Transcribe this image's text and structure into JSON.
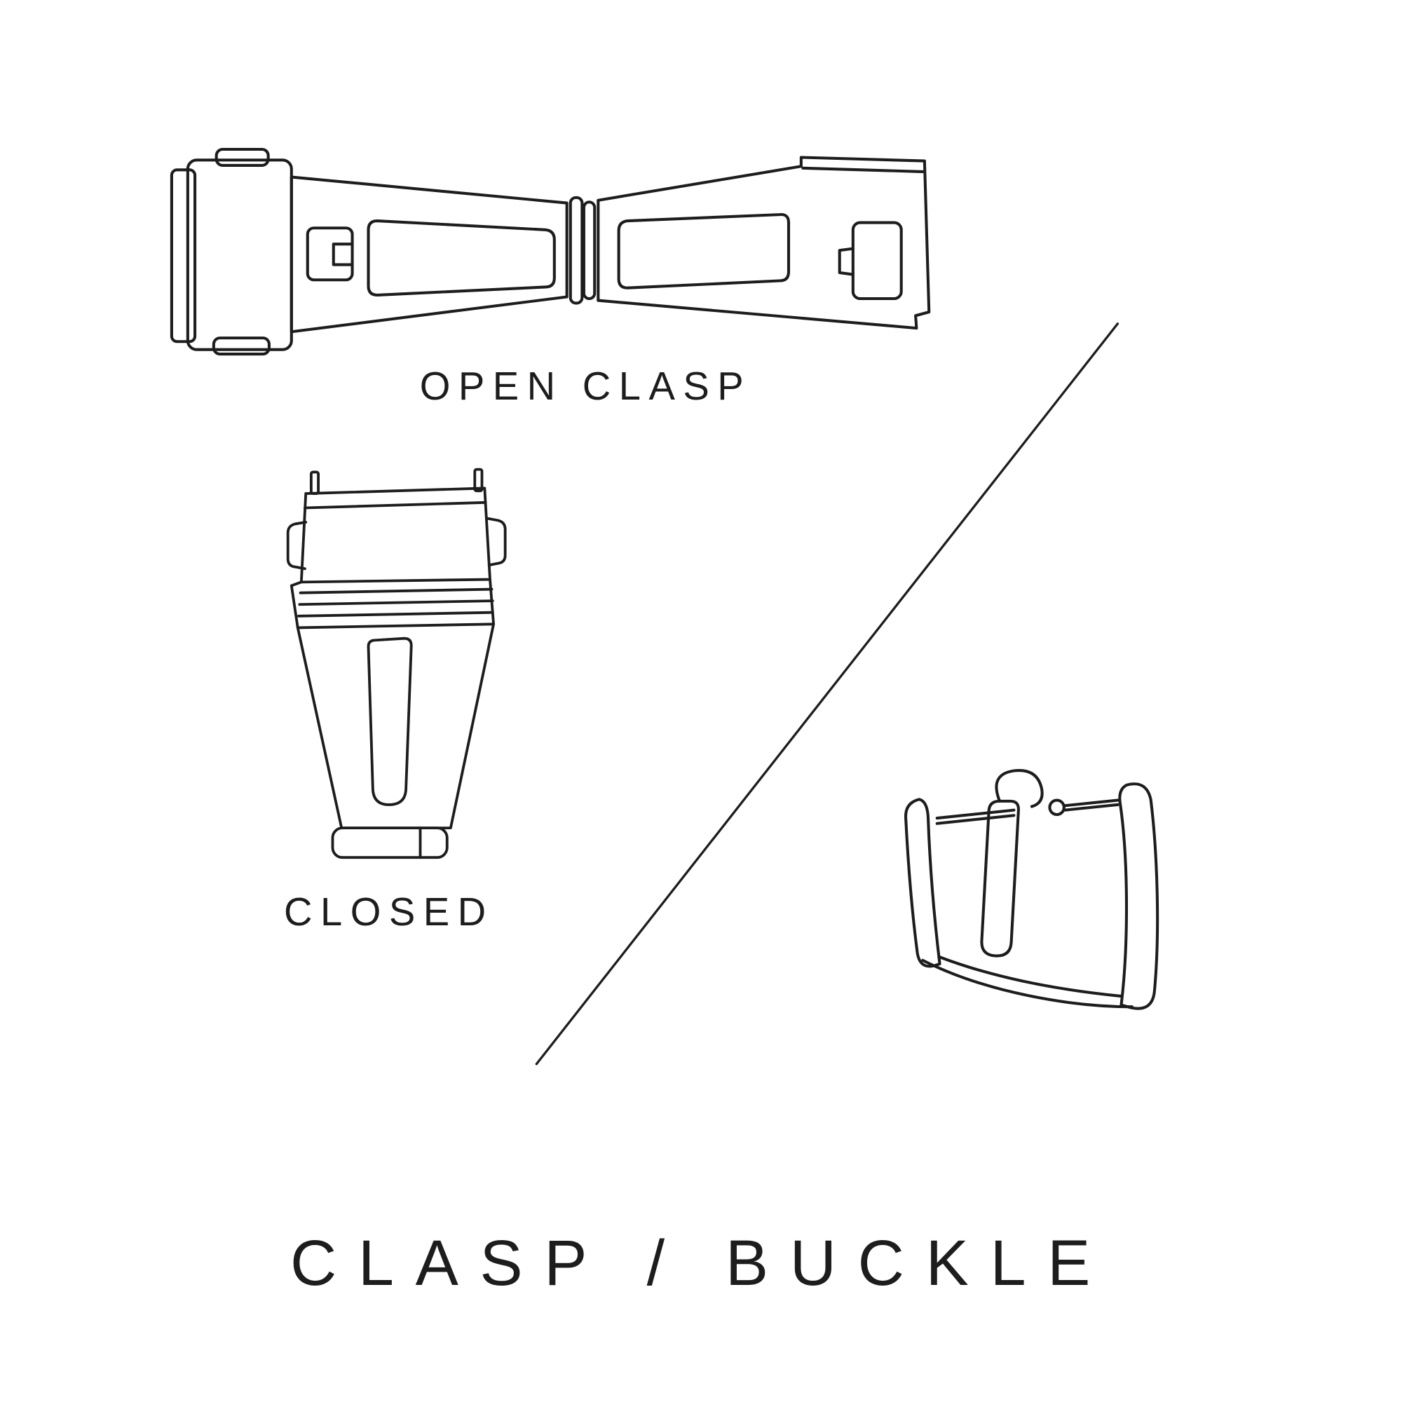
{
  "title": "CLASP / BUCKLE",
  "labels": {
    "open_clasp": "OPEN CLASP",
    "closed": "CLOSED"
  },
  "icons": {
    "open_clasp": "open-clasp-line-drawing",
    "closed_clasp": "closed-clasp-line-drawing",
    "buckle": "tang-buckle-line-drawing",
    "divider": "diagonal-divider-line"
  },
  "colors": {
    "ink": "#1d1d1d",
    "background": "#ffffff"
  }
}
